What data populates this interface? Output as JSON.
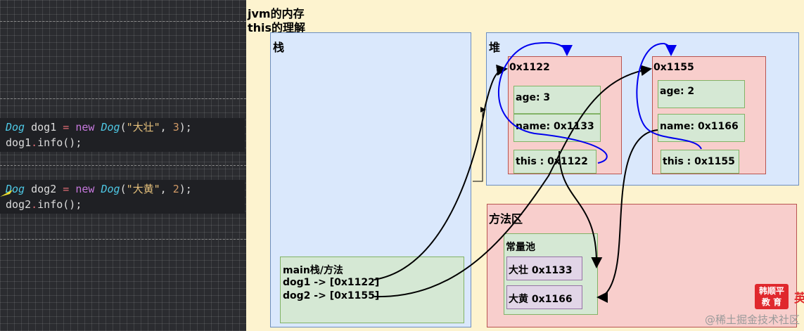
{
  "titles": {
    "line1": "jvm的内存",
    "line2": "this的理解"
  },
  "code": {
    "block1": {
      "line1": {
        "type1": "Dog",
        "var": " dog1 ",
        "eq": "=",
        "new": " new ",
        "type2": "Dog",
        "open": "(",
        "str": "\"大壮\"",
        "comma": ", ",
        "num": "3",
        "close": ");"
      },
      "line2": {
        "obj": "dog1",
        "dot": ".",
        "call": "info();"
      }
    },
    "block2": {
      "line1": {
        "type1": "Dog",
        "var": " dog2 ",
        "eq": "=",
        "new": " new ",
        "type2": "Dog",
        "open": "(",
        "str": "\"大黄\"",
        "comma": ", ",
        "num": "2",
        "close": ");"
      },
      "line2": {
        "obj": "dog2",
        "dot": ".",
        "call": "info();"
      }
    }
  },
  "stack": {
    "title": "栈",
    "frame": {
      "title": "main栈/方法",
      "dog1": "dog1 -> [0x1122]",
      "dog2": "dog2 -> [0x1155]"
    }
  },
  "heap": {
    "title": "堆",
    "obj1": {
      "addr": "0x1122",
      "age": "age: 3",
      "name": "name: 0x1133",
      "this": "this : 0x1122"
    },
    "obj2": {
      "addr": "0x1155",
      "age": "age: 2",
      "name": "name: 0x1166",
      "this": "this : 0x1155"
    }
  },
  "method_area": {
    "title": "方法区",
    "pool": {
      "title": "常量池",
      "s1": "大壮 0x1133",
      "s2": "大黄 0x1166"
    }
  },
  "logo": {
    "line1": "韩顺平",
    "line2": "教 育",
    "side": "英"
  },
  "watermark": "@稀土掘金技术社区",
  "colors": {
    "stack_bg": "#dae8fc",
    "heap_bg": "#dae8fc",
    "obj_bg": "#f8cecc",
    "field_bg": "#d5e8d4",
    "method_bg": "#f8cecc",
    "pool_bg": "#d5e8d4",
    "string_bg": "#e1d5e7",
    "this_arrow": "#0000ee"
  }
}
